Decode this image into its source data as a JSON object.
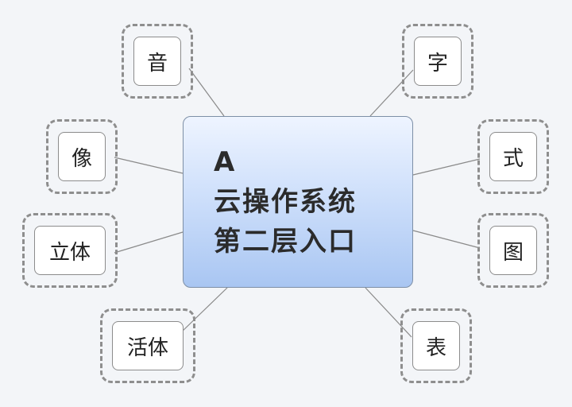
{
  "center": {
    "lines": [
      "A",
      "云操作系统",
      "第二层入口"
    ]
  },
  "nodes": {
    "yin": "音",
    "zi": "字",
    "xiang": "像",
    "shi": "式",
    "liti": "立体",
    "tu": "图",
    "huoti": "活体",
    "biao": "表"
  }
}
